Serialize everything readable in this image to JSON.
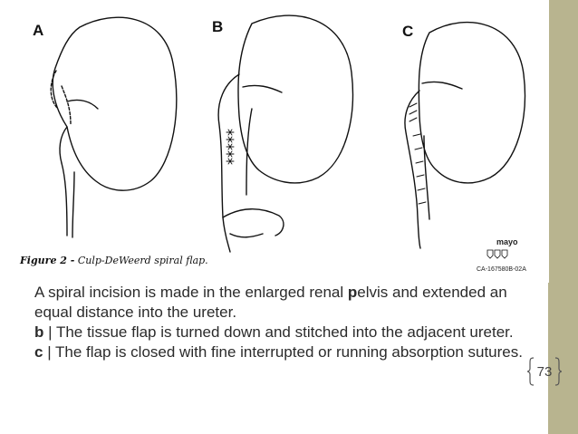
{
  "figure": {
    "panel_labels": [
      "A",
      "B",
      "C"
    ],
    "caption_prefix": "Figure 2 -",
    "caption_title": "Culp-DeWeerd spiral flap.",
    "logo_text": "mayo",
    "figure_code": "CA-167580B-02A"
  },
  "body": {
    "line1_start": "A spiral incision is made in the enlarged renal ",
    "line1_bold": "p",
    "line1_end": "elvis and extended an equal distance into the ureter.",
    "b_label": "b",
    "b_text": " | The tissue flap is turned down and stitched into the adjacent ureter.",
    "c_label": "c",
    "c_text": " | The flap is closed with fine interrupted or running absorption sutures."
  },
  "slide": {
    "page_number": "73",
    "accent_color": "#b8b48f"
  }
}
